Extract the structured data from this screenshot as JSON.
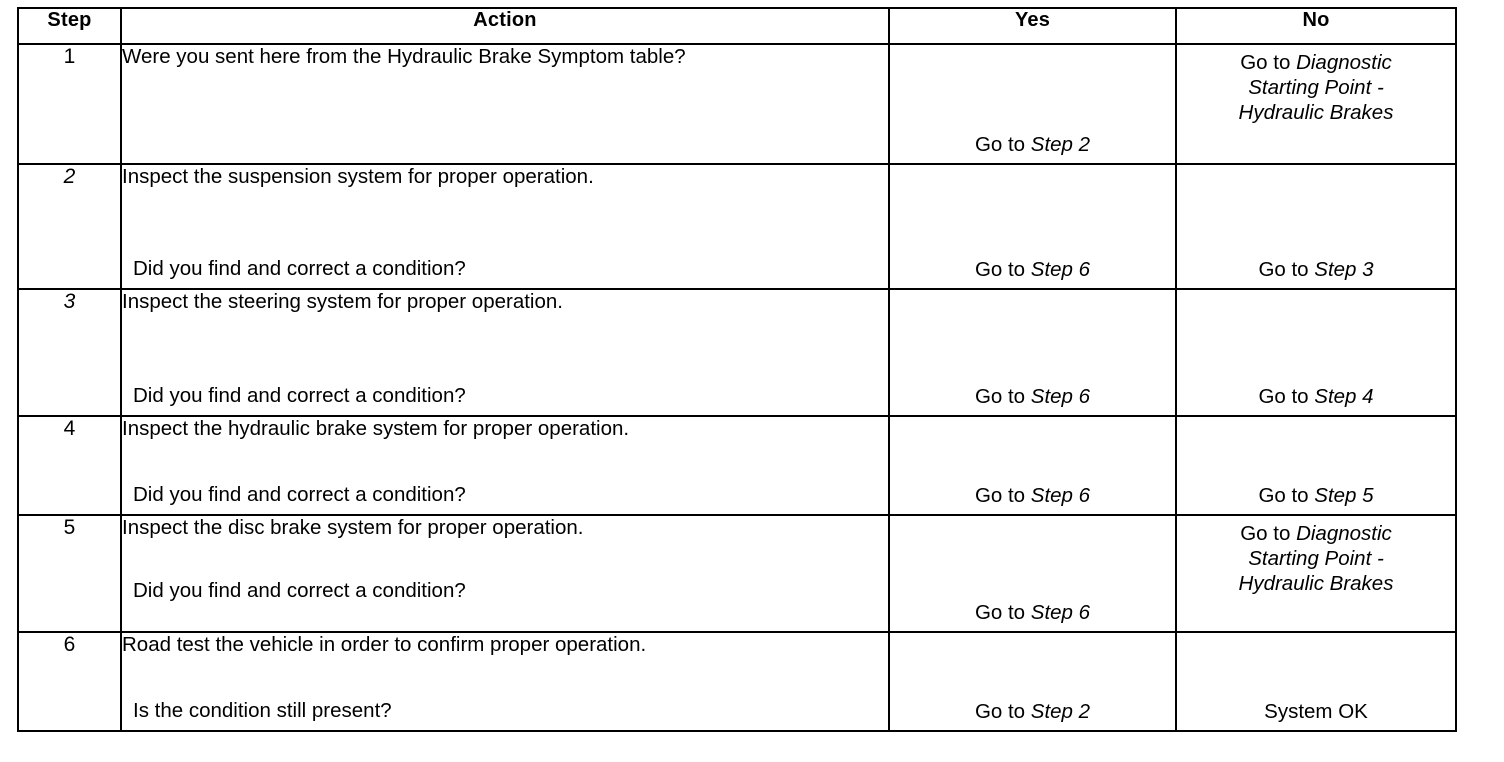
{
  "table": {
    "headers": {
      "step": "Step",
      "action": "Action",
      "yes": "Yes",
      "no": "No"
    },
    "rows": [
      {
        "step": "1",
        "step_italic": false,
        "action_line1": "Were you sent here from the Hydraulic Brake Symptom table?",
        "action_line2": "",
        "yes": {
          "prefix": "Go to ",
          "target": "Step 2",
          "target_italic": true,
          "align": "bottom",
          "lines": [
            "Step 2"
          ]
        },
        "no": {
          "prefix": "Go to ",
          "target": "Diagnostic Starting Point - Hydraulic Brakes",
          "target_italic": true,
          "align": "top",
          "lines": [
            "Diagnostic",
            "Starting Point -",
            "Hydraulic Brakes"
          ]
        }
      },
      {
        "step": "2",
        "step_italic": true,
        "action_line1": "Inspect the suspension system for proper operation.",
        "action_line2": "Did you find and correct a condition?",
        "yes": {
          "prefix": "Go to ",
          "target": "Step 6",
          "target_italic": true,
          "align": "bottom",
          "lines": [
            "Step 6"
          ]
        },
        "no": {
          "prefix": "Go to ",
          "target": "Step 3",
          "target_italic": true,
          "align": "bottom",
          "lines": [
            "Step 3"
          ]
        }
      },
      {
        "step": "3",
        "step_italic": true,
        "action_line1": "Inspect the steering system for proper operation.",
        "action_line2": "Did you find and correct a condition?",
        "yes": {
          "prefix": "Go to ",
          "target": "Step 6",
          "target_italic": true,
          "align": "bottom",
          "lines": [
            "Step 6"
          ]
        },
        "no": {
          "prefix": "Go to ",
          "target": "Step 4",
          "target_italic": true,
          "align": "bottom",
          "lines": [
            "Step 4"
          ]
        }
      },
      {
        "step": "4",
        "step_italic": false,
        "action_line1": "Inspect the hydraulic brake system for proper operation.",
        "action_line2": "Did you find and correct a condition?",
        "yes": {
          "prefix": "Go to ",
          "target": "Step 6",
          "target_italic": true,
          "align": "bottom",
          "lines": [
            "Step 6"
          ]
        },
        "no": {
          "prefix": "Go to ",
          "target": "Step 5",
          "target_italic": true,
          "align": "bottom",
          "lines": [
            "Step 5"
          ]
        }
      },
      {
        "step": "5",
        "step_italic": false,
        "action_line1": "Inspect the disc brake system for proper operation.",
        "action_line2": "Did you find and correct a condition?",
        "yes": {
          "prefix": "Go to ",
          "target": "Step 6",
          "target_italic": true,
          "align": "bottom",
          "lines": [
            "Step 6"
          ]
        },
        "no": {
          "prefix": "Go to ",
          "target": "Diagnostic Starting Point - Hydraulic Brakes",
          "target_italic": true,
          "align": "top",
          "lines": [
            "Diagnostic",
            "Starting Point -",
            "Hydraulic Brakes"
          ]
        }
      },
      {
        "step": "6",
        "step_italic": false,
        "action_line1": "Road test the vehicle in order to confirm proper operation.",
        "action_line2": "Is the condition still present?",
        "yes": {
          "prefix": "Go to ",
          "target": "Step 2",
          "target_italic": true,
          "align": "bottom",
          "lines": [
            "Step 2"
          ]
        },
        "no": {
          "prefix": "",
          "target": "System OK",
          "target_italic": false,
          "align": "bottom",
          "lines": [
            "System OK"
          ]
        }
      }
    ]
  },
  "cells": {
    "r1_yes_prefix": "Go to ",
    "r1_yes_target": "Step 2",
    "r1_no_prefix": "Go to ",
    "r1_no_l1": "Diagnostic",
    "r1_no_l2": "Starting Point -",
    "r1_no_l3": "Hydraulic Brakes",
    "r2_yes_prefix": "Go to ",
    "r2_yes_target": "Step 6",
    "r2_no_prefix": "Go to ",
    "r2_no_target": "Step 3",
    "r3_yes_prefix": "Go to ",
    "r3_yes_target": "Step 6",
    "r3_no_prefix": "Go to ",
    "r3_no_target": "Step 4",
    "r4_yes_prefix": "Go to ",
    "r4_yes_target": "Step 6",
    "r4_no_prefix": "Go to ",
    "r4_no_target": "Step 5",
    "r5_yes_prefix": "Go to ",
    "r5_yes_target": "Step 6",
    "r5_no_prefix": "Go to ",
    "r5_no_l1": "Diagnostic",
    "r5_no_l2": "Starting Point -",
    "r5_no_l3": "Hydraulic Brakes",
    "r6_yes_prefix": "Go to ",
    "r6_yes_target": "Step 2",
    "r6_no_target": "System OK"
  },
  "colors": {
    "border": "#000000",
    "text": "#000000",
    "background": "#ffffff"
  }
}
